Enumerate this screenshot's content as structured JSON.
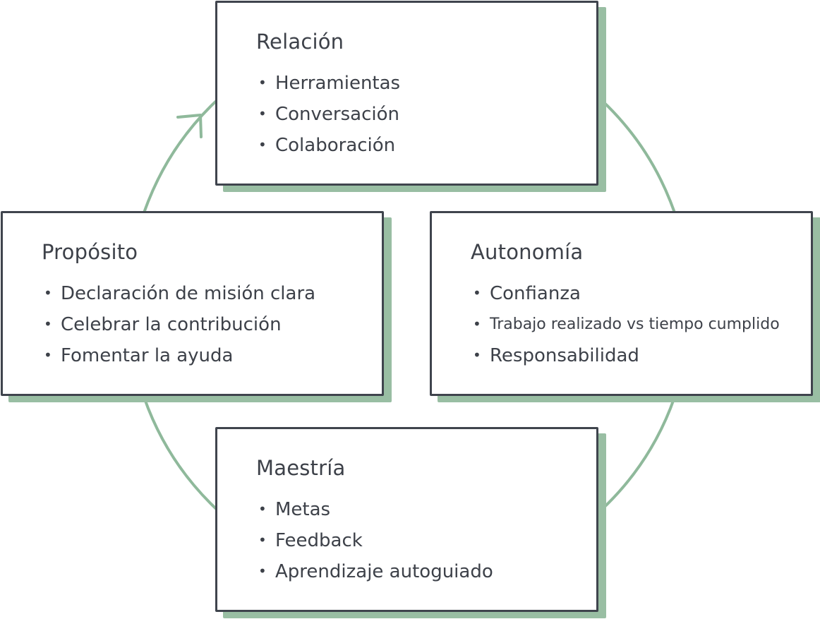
{
  "diagram": {
    "colors": {
      "cycle_line": "#8fb99b",
      "box_border": "#3f444d",
      "box_shadow": "#99bea3",
      "text": "#3d4149"
    },
    "boxes": {
      "relacion": {
        "title": "Relación",
        "items": [
          "Herramientas",
          "Conversación",
          "Colaboración"
        ]
      },
      "proposito": {
        "title": "Propósito",
        "items": [
          "Declaración de misión clara",
          "Celebrar la contribución",
          "Fomentar la ayuda"
        ]
      },
      "autonomia": {
        "title": "Autonomía",
        "items": [
          "Confianza",
          "Trabajo realizado vs tiempo cumplido",
          "Responsabilidad"
        ]
      },
      "maestria": {
        "title": "Maestría",
        "items": [
          "Metas",
          "Feedback",
          "Aprendizaje autoguiado"
        ]
      }
    },
    "bullet": "•",
    "cycle_arrow": "arrow-head-icon"
  }
}
